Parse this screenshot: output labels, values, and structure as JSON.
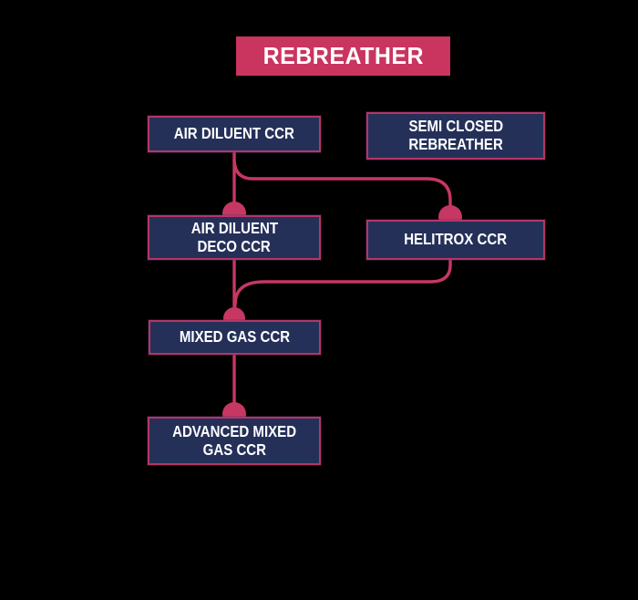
{
  "palette": {
    "background": "#000000",
    "header_pink": "#c9355f",
    "line_pink": "#c73763",
    "node_border_pink": "#b53566",
    "node_fill_navy": "#253059",
    "text": "#ffffff"
  },
  "header": {
    "label": "REBREATHER"
  },
  "nodes": {
    "air_diluent_ccr": {
      "line1": "AIR DILUENT CCR"
    },
    "semi_closed_rebreather": {
      "line1": "SEMI CLOSED",
      "line2": "REBREATHER"
    },
    "air_diluent_deco_ccr": {
      "line1": "AIR DILUENT",
      "line2": "DECO CCR"
    },
    "helitrox_ccr": {
      "line1": "HELITROX CCR"
    },
    "mixed_gas_ccr": {
      "line1": "MIXED GAS CCR"
    },
    "advanced_mixed_gas_ccr": {
      "line1": "ADVANCED MIXED",
      "line2": "GAS CCR"
    }
  },
  "diagram": {
    "type": "flowchart",
    "title": "REBREATHER",
    "edges": [
      {
        "from": "AIR DILUENT CCR",
        "to": "AIR DILUENT DECO CCR"
      },
      {
        "from": "AIR DILUENT CCR",
        "to": "HELITROX CCR"
      },
      {
        "from": "AIR DILUENT DECO CCR",
        "to": "MIXED GAS CCR"
      },
      {
        "from": "HELITROX CCR",
        "to": "MIXED GAS CCR"
      },
      {
        "from": "MIXED GAS CCR",
        "to": "ADVANCED MIXED GAS CCR"
      }
    ]
  }
}
